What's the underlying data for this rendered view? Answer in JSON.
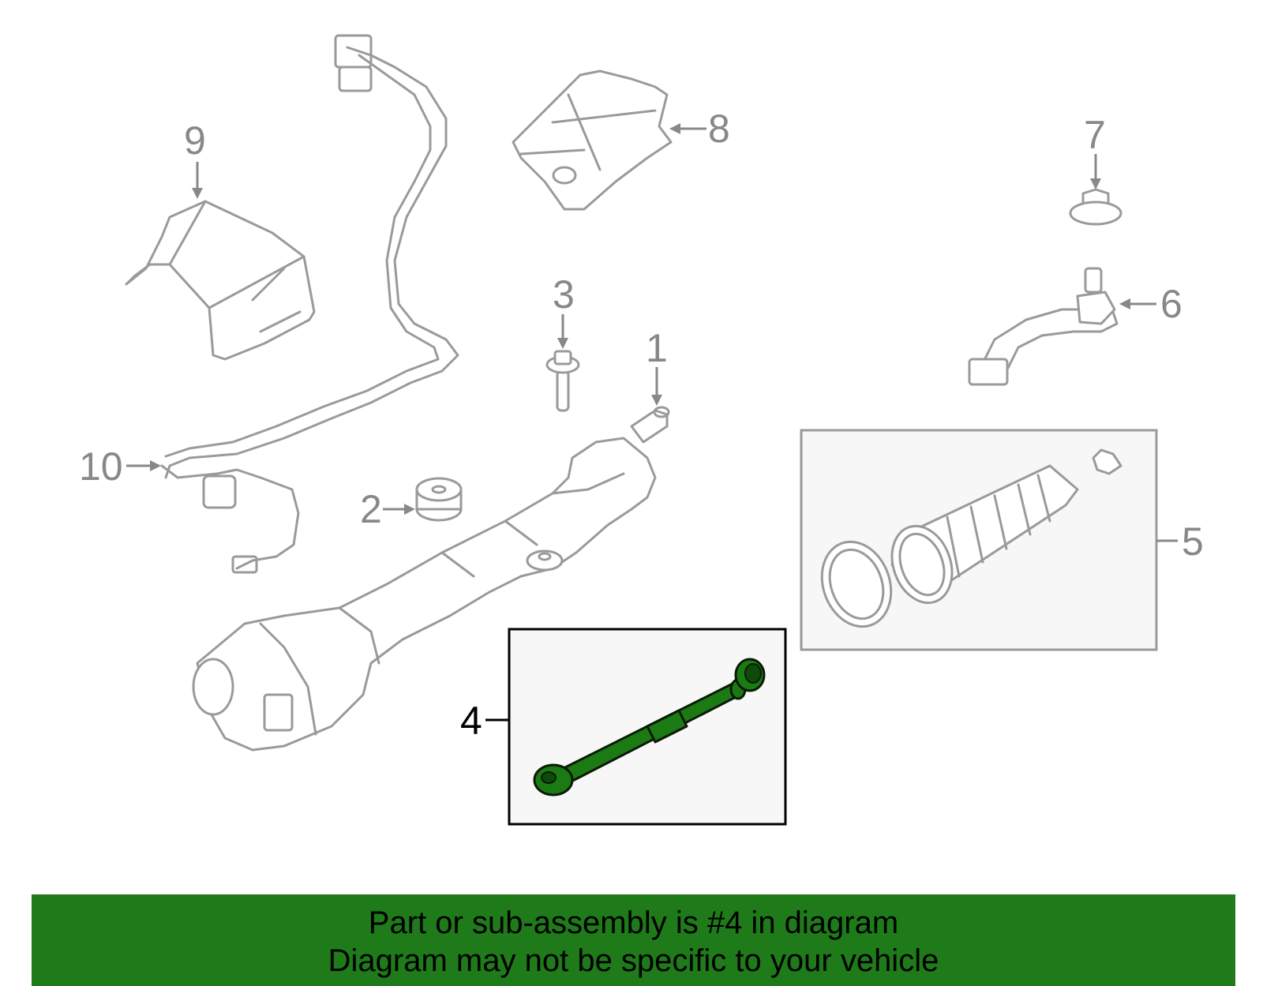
{
  "diagram": {
    "callouts": [
      {
        "id": "1",
        "label": "1"
      },
      {
        "id": "2",
        "label": "2"
      },
      {
        "id": "3",
        "label": "3"
      },
      {
        "id": "4",
        "label": "4",
        "highlighted": true
      },
      {
        "id": "5",
        "label": "5"
      },
      {
        "id": "6",
        "label": "6"
      },
      {
        "id": "7",
        "label": "7"
      },
      {
        "id": "8",
        "label": "8"
      },
      {
        "id": "9",
        "label": "9"
      },
      {
        "id": "10",
        "label": "10"
      }
    ],
    "colors": {
      "outline": "#9a9a9a",
      "highlight_part": "#1c7a14",
      "banner_bg": "#1f7a1a",
      "box_bg": "#f7f7f7"
    }
  },
  "banner": {
    "line1": "Part or sub-assembly is #4 in diagram",
    "line2": "Diagram may not be specific to your vehicle"
  }
}
